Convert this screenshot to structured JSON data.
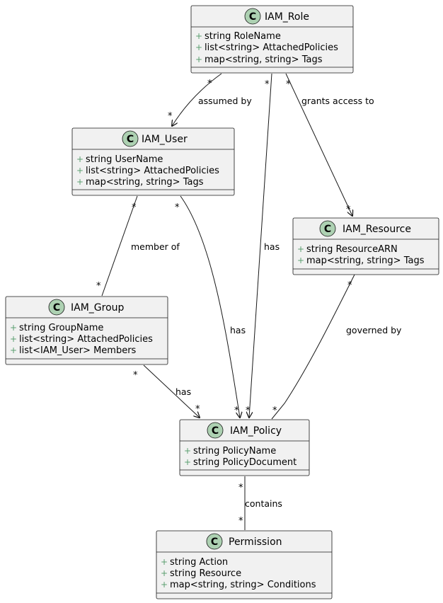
{
  "colors": {
    "box_fill": "#f1f1f1",
    "box_stroke": "#181818",
    "badge_fill": "#add1b2",
    "badge_letter": "#000000",
    "visibility_marker": "#5a9e6f"
  },
  "badge_letter": "C",
  "visibility_marker": "+",
  "classes": {
    "role": {
      "name": "IAM_Role",
      "attributes": [
        "string RoleName",
        "list<string> AttachedPolicies",
        "map<string, string> Tags"
      ]
    },
    "user": {
      "name": "IAM_User",
      "attributes": [
        "string UserName",
        "list<string> AttachedPolicies",
        "map<string, string> Tags"
      ]
    },
    "resource": {
      "name": "IAM_Resource",
      "attributes": [
        "string ResourceARN",
        "map<string, string> Tags"
      ]
    },
    "group": {
      "name": "IAM_Group",
      "attributes": [
        "string GroupName",
        "list<string> AttachedPolicies",
        "list<IAM_User> Members"
      ]
    },
    "policy": {
      "name": "IAM_Policy",
      "attributes": [
        "string PolicyName",
        "string PolicyDocument"
      ]
    },
    "permission": {
      "name": "Permission",
      "attributes": [
        "string Action",
        "string Resource",
        "map<string, string> Conditions"
      ]
    }
  },
  "relations": {
    "role_user": {
      "label": "assumed by",
      "from_mult": "*",
      "to_mult": "*"
    },
    "role_policy": {
      "label": "has",
      "from_mult": "*",
      "to_mult": "*"
    },
    "role_resource": {
      "label": "grants access to",
      "from_mult": "*",
      "to_mult": "*"
    },
    "user_group": {
      "label": "member of",
      "from_mult": "*",
      "to_mult": "*"
    },
    "user_policy": {
      "label": "has",
      "from_mult": "*",
      "to_mult": "*"
    },
    "group_policy": {
      "label": "has",
      "from_mult": "*",
      "to_mult": "*"
    },
    "resource_policy": {
      "label": "governed by",
      "from_mult": "*",
      "to_mult": "*"
    },
    "policy_permission": {
      "label": "contains",
      "from_mult": "*",
      "to_mult": "*"
    }
  }
}
